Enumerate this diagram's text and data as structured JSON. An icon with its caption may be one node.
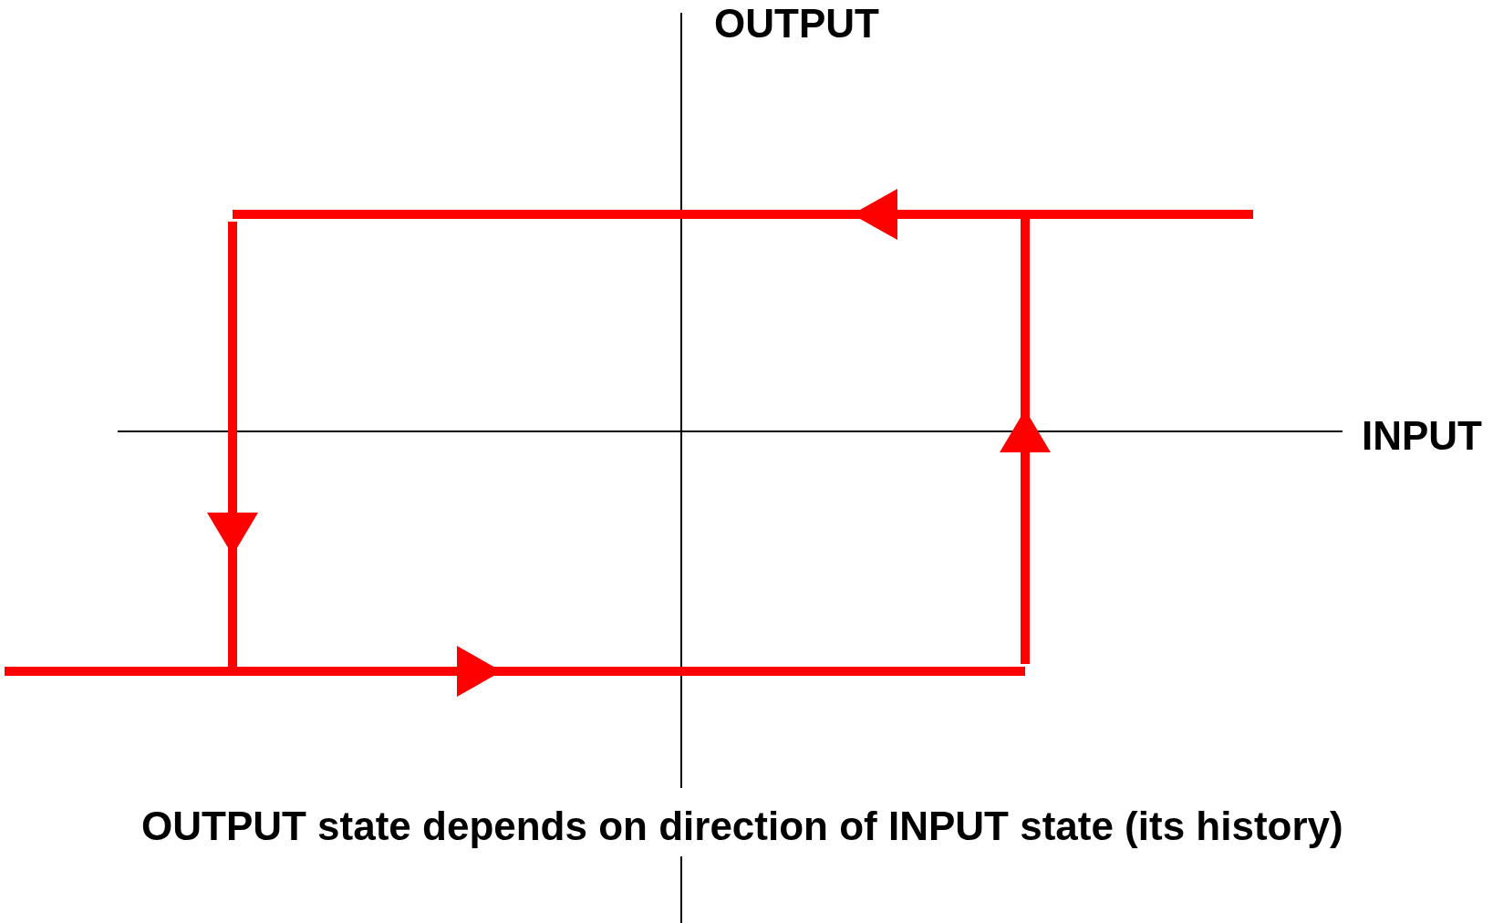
{
  "diagram": {
    "caption": "OUTPUT state depends on direction of INPUT state (its history)",
    "labels": [
      "OUTPUT",
      "INPUT"
    ]
  }
}
